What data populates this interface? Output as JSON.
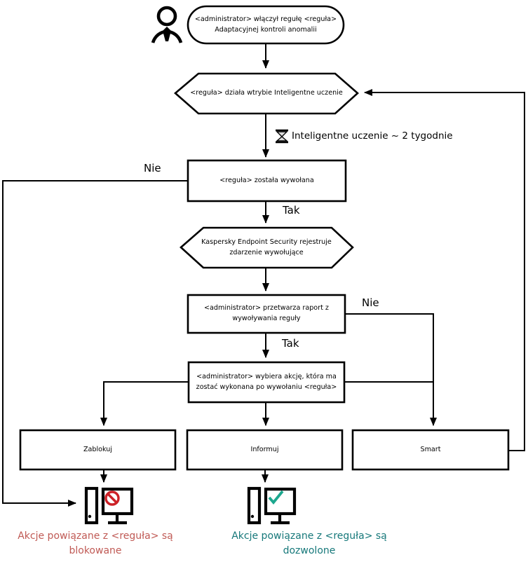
{
  "diagram": {
    "nodes": {
      "start": "<administrator> włączył regułę <reguła>\nAdaptacyjnej kontroli anomalii",
      "smart_training_mode": "<reguła> działa wtrybie Inteligentne uczenie",
      "rule_triggered": "<reguła> została wywołana",
      "kes_registers": "Kaspersky Endpoint Security rejestruje\nzdarzenie wywołujące",
      "admin_processes_report": "<administrator> przetwarza raport z\nwywoływania reguły",
      "admin_selects_action": "<administrator> wybiera akcję, która ma\nzostać wykonana po wywołaniu <reguła>",
      "action_block": "Zablokuj",
      "action_inform": "Informuj",
      "action_smart": "Smart"
    },
    "edge_labels": {
      "no_left": "Nie",
      "yes_triggered": "Tak",
      "no_right": "Nie",
      "yes_report": "Tak",
      "training_duration": "Inteligentne uczenie ~ 2 tygodnie"
    },
    "captions": {
      "blocked": "Akcje powiązane z <reguła> są\nblokowane",
      "allowed": "Akcje powiązane z <reguła> są\ndozwolone"
    },
    "icons": {
      "administrator": "person-icon",
      "timer": "hourglass-icon",
      "blocked_host": "computer-blocked-icon",
      "allowed_host": "computer-allowed-icon"
    },
    "colors": {
      "line": "#000000",
      "blocked_caption": "#c05a55",
      "allowed_caption": "#16787a",
      "prohibition_sign": "#cc2127",
      "checkmark": "#1ca78e"
    }
  }
}
